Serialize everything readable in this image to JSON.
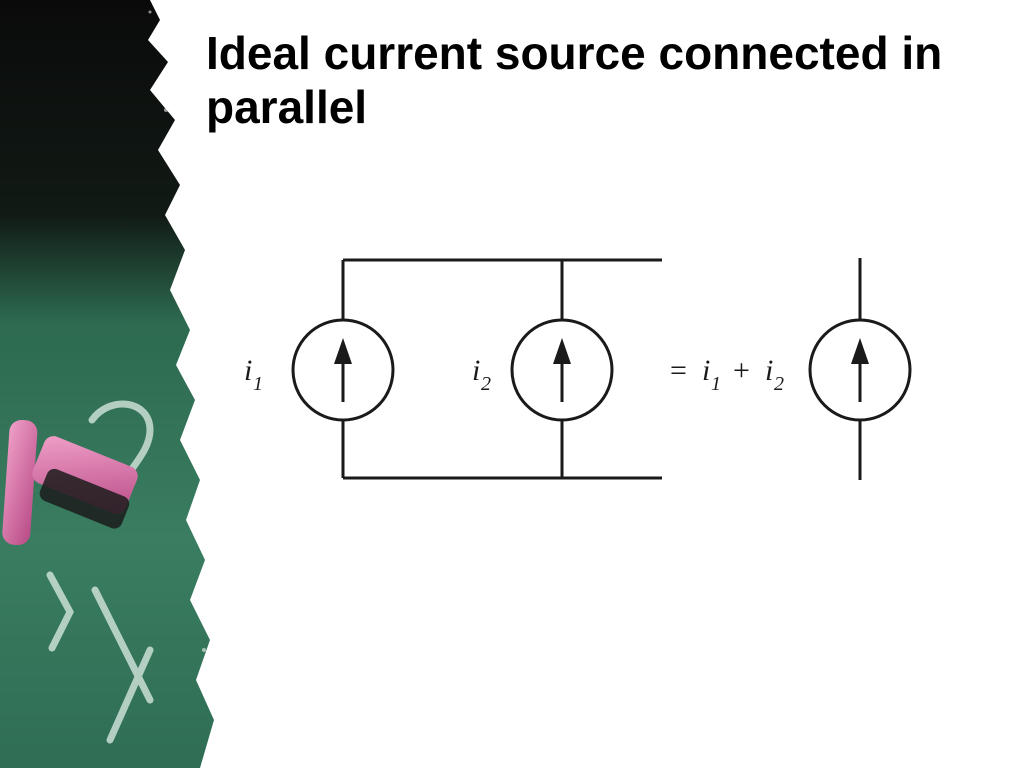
{
  "slide": {
    "title": "Ideal current source connected in parallel"
  },
  "circuit": {
    "source_1": {
      "symbol": "i",
      "subscript": "1"
    },
    "source_2": {
      "symbol": "i",
      "subscript": "2"
    },
    "equivalent": {
      "equals": "=",
      "term_1": {
        "symbol": "i",
        "subscript": "1"
      },
      "plus": "+",
      "term_2": {
        "symbol": "i",
        "subscript": "2"
      }
    }
  },
  "colors": {
    "wire": "#1a1a1a",
    "chalkboard": "#2f6e55",
    "chalk_pink": "#d96aa6"
  }
}
